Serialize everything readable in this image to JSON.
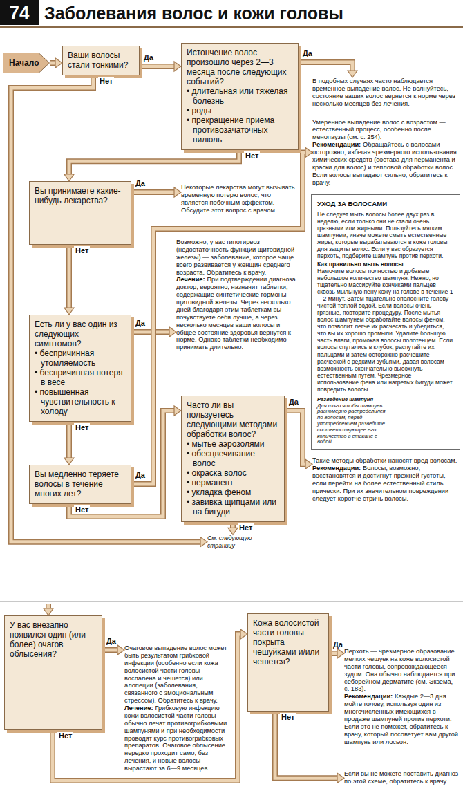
{
  "diagram": {
    "title": "Заболевания волос и кожи головы",
    "nodes": [
      {
        "text": [
          "Начало"
        ]
      },
      {
        "text": [
          "Ваши волосы стали тонкими?"
        ]
      },
      {
        "text": [
          "Истончение волос произошло через 2—3 месяца после следующих событий?",
          "• длительная или тяжелая болезнь",
          "• роды",
          "• прекращение приема противозачаточных пилюль"
        ]
      },
      {
        "text": [
          "В подобных случаях часто наблюдается временное выпадение волос. Не волнуйтесь, состояние ваших волос вернется к норме через несколько месяцев без лечения."
        ]
      },
      {
        "text": [
          "Вы принимаете какие-нибудь лекарства?"
        ]
      },
      {
        "text": [
          "Некоторые лекарства могут вызывать временную потерю волос, что является побочным эффектом. Обсудите этот вопрос с врачом."
        ]
      },
      {
        "text": [
          "Есть ли у вас один из следующих симптомов?",
          "• беспричинная утомляемость",
          "• беспричинная потеря в весе",
          "• повышенная чувствительность к холоду"
        ]
      },
      {
        "text": [
          "Возможно, у вас гипотиреоз (недостаточность функции щитовидной железы) — заболевание, которое чаще всего развивается у женщин среднего возраста. Обратитесь к врачу.",
          "Лечение:",
          "При подтверждении диагноза доктор, вероятно, назначит таблетки, содержащие синтетические гормоны щитовидной железы. Через несколько дней благодаря этим таблеткам вы почувствуете себя лучше, а через несколько месяцев ваши волосы и общее состояние здоровья вернутся к норме. Однако таблетки необходимо принимать длительно."
        ]
      },
      {
        "text": [
          "Вы медленно теряете волосы в течение многих лет?"
        ]
      },
      {
        "text": [
          "Умеренное выпадение волос с возрастом — естественный процесс, особенно после менопаузы (см. с. 254).",
          "Рекомендации:",
          "Обращайтесь с волосами осторожно, избегая чрезмерного использования химических средств (состава для перманента и краски для волос) и тепловой обработки волос. Если волосы выпадают сильно, обратитесь к врачу."
        ]
      },
      {
        "text": [
          "УХОД ЗА ВОЛОСАМИ",
          "Не следует мыть волосы более двух раз в неделю, если только они не стали очень грязными или жирными. Пользуйтесь мягким шампунем, иначе можете смыть естественные жиры, которые вырабатываются в коже головы для защиты волос. Если у вас образуется перхоть, подберите шампунь против перхоти.",
          "Как правильно мыть волосы",
          "Намочите волосы полностью и добавьте небольшое количество шампуня. Нежно, но тщательно массируйте кончиками пальцев сквозь мыльную пену кожу на голове в течение 1—2 минут. Затем тщательно ополосните голову чистой теплой водой. Если волосы очень грязные, повторите процедуру. После мытья волос шампунем обработайте волосы феном, что позволит легче их расчесать и убедиться, что вы их хорошо промыли. Удалите большую часть влаги, промокая волосы полотенцем. Если волосы спутались в клубок, распутайте их пальцами и затем осторожно расчешите расческой с редкими зубьями, давая волосам возможность окончательно высохнуть естественным путем. Чрезмерное использование фена или нагретых бигуди может повредить волосы.",
          "Разведение шампуня",
          "Для того чтобы шампунь равномерно распределился по волосам, перед употреблением разведите соответствующее его количество в стакане с водой."
        ]
      },
      {
        "text": [
          "Часто ли вы пользуетесь следующими методами обработки волос?",
          "• мытье аэрозолями",
          "• обесцвечивание волос",
          "• окраска волос",
          "• перманент",
          "• укладка феном",
          "• завивка щипцами или на бигуди"
        ]
      },
      {
        "text": [
          "Такие методы обработки наносят вред волосам.",
          "Рекомендации:",
          "Волосы, возможно, восстановятся и достигнут прежней густоты, если перейти на более естественный стиль прически. При их значительном повреждении следует коротче стричь волосы."
        ]
      },
      {
        "text": [
          "См. следующую страницу"
        ]
      },
      {
        "text": [
          "У вас внезапно появился один (или более) очагов облысения?"
        ]
      },
      {
        "text": [
          "Очаговое выпадение волос может быть результатом грибковой инфекции (особенно если кожа волосистой части головы воспалена и чешется) или алопеции (заболевания, связанного с эмоциональным стрессом). Обратитесь к врачу.",
          "Лечение:",
          "Грибковую инфекцию кожи волосистой части головы обычно лечат противогрибковыми шампунями и при необходимости проводят курс противогрибковых препаратов. Очаговое облысение нередко проходит само, без лечения, и новые волосы вырастают за 6—9 месяцев."
        ]
      },
      {
        "text": [
          "Кожа волосистой части головы покрыта чешуйками и/или чешется?"
        ]
      },
      {
        "text": [
          "Перхоть — чрезмерное образование мелких чешуек на коже волосистой части головы, сопровождающееся зудом. Она обычно наблюдается при себорейном дерматите (см. Экзема, с. 183).",
          "Рекомендации:",
          "Каждые 2—3 дня мойте голову, используя один из многочисленных имеющихся в продаже шампуней против перхоти. Если это не поможет, обратитесь к врачу, который посоветует вам другой шампунь или лосьон."
        ]
      },
      {
        "text": [
          "Если вы не можете поставить диагноз по этой схеме, обратитесь к врачу."
        ]
      }
    ],
    "edges": [
      {
        "from": 0,
        "to": 1,
        "arrow": "to"
      },
      {
        "from": 1,
        "to": 2,
        "label": "Да",
        "arrow": "to"
      },
      {
        "from": 2,
        "to": 3,
        "label": "Да",
        "arrow": "to"
      },
      {
        "from": 1,
        "to": 13,
        "label": "Нет",
        "arrow": "to"
      },
      {
        "from": 2,
        "to": 4,
        "label": "Нет",
        "arrow": "to"
      },
      {
        "from": 4,
        "to": 5,
        "label": "Да",
        "arrow": "to"
      },
      {
        "from": 4,
        "to": 6,
        "label": "Нет",
        "arrow": "to"
      },
      {
        "from": 6,
        "to": 7,
        "label": "Да",
        "arrow": "to"
      },
      {
        "from": 6,
        "to": 8,
        "label": "Нет",
        "arrow": "to"
      },
      {
        "from": 8,
        "to": 9,
        "label": "Да",
        "arrow": "to"
      },
      {
        "from": 8,
        "to": 11,
        "label": "Нет",
        "arrow": "to"
      },
      {
        "from": 11,
        "to": 12,
        "label": "Да",
        "arrow": "to"
      },
      {
        "from": 11,
        "to": 13,
        "label": "Нет",
        "arrow": "to"
      },
      {
        "from": 14,
        "to": 15,
        "label": "Да",
        "arrow": "to"
      },
      {
        "from": 14,
        "to": 16,
        "label": "Нет",
        "arrow": "to"
      },
      {
        "from": 16,
        "to": 17,
        "label": "Да",
        "arrow": "to"
      },
      {
        "from": 16,
        "to": 18,
        "label": "Нет",
        "arrow": "to"
      }
    ],
    "labels": [
      "74"
    ]
  }
}
